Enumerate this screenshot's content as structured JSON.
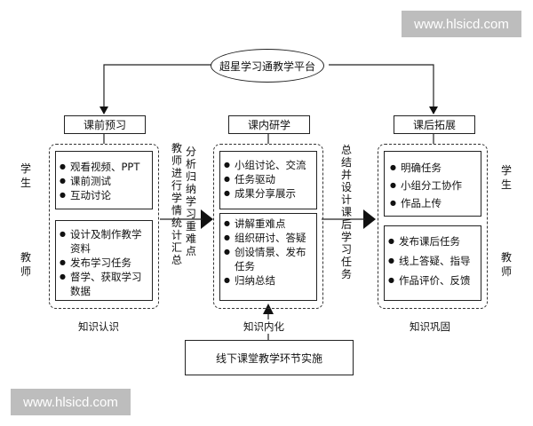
{
  "watermark": "www.hlsicd.com",
  "platform": "超星学习通教学平台",
  "stages": {
    "pre": {
      "title": "课前预习",
      "student_items": [
        "观看视频、PPT",
        "课前测试",
        "互动讨论"
      ],
      "teacher_items": [
        "设计及制作教学资料",
        "发布学习任务",
        "督学、获取学习数据"
      ],
      "caption": "知识认识"
    },
    "in": {
      "title": "课内研学",
      "student_items": [
        "小组讨论、交流",
        "任务驱动",
        "成果分享展示"
      ],
      "teacher_items": [
        "讲解重难点",
        "组织研讨、答疑",
        "创设情景、发布任务",
        "归纳总结"
      ],
      "caption": "知识内化"
    },
    "post": {
      "title": "课后拓展",
      "student_items": [
        "明确任务",
        "小组分工协作",
        "作品上传"
      ],
      "teacher_items": [
        "发布课后任务",
        "线上答疑、指导",
        "作品评价、反馈"
      ],
      "caption": "知识巩固"
    }
  },
  "left_roles": {
    "student": "学生",
    "teacher": "教师"
  },
  "right_roles": {
    "student": "学生",
    "teacher": "教师"
  },
  "transition_1": {
    "col_a": "教师进行学情统计汇总",
    "col_b": "分析归纳学习重难点"
  },
  "transition_2": "总结并设计课后学习任务",
  "offline": "线下课堂教学环节实施"
}
